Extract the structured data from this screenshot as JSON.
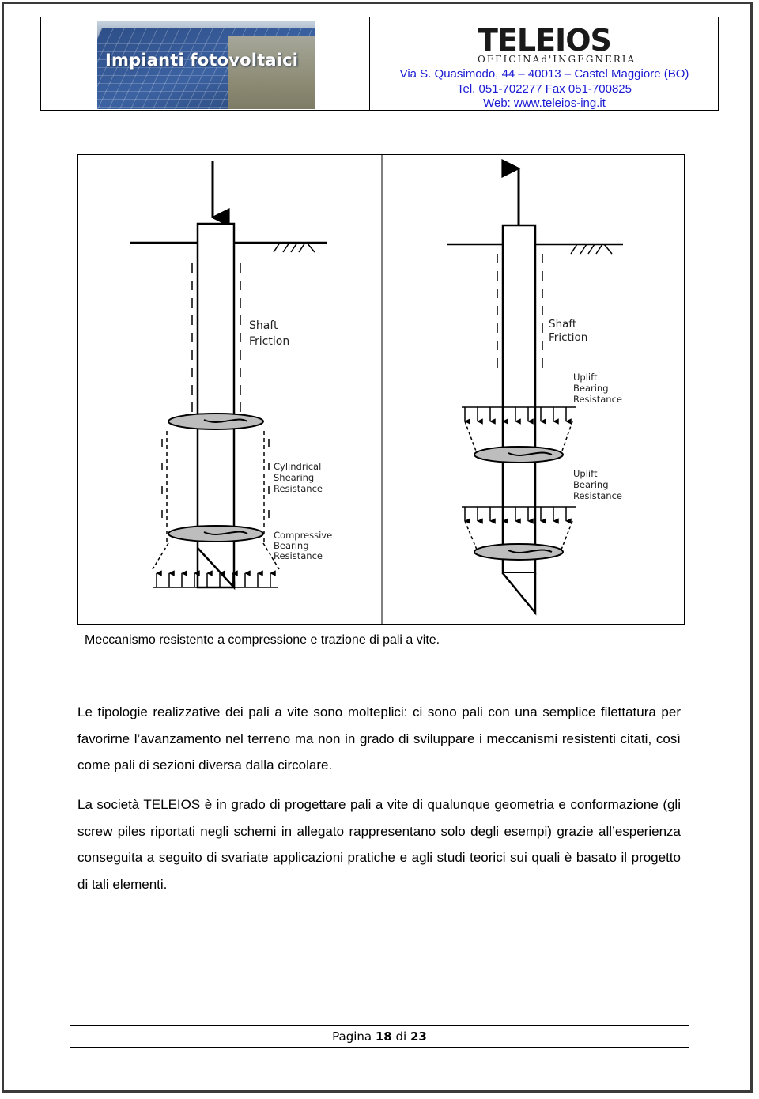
{
  "header": {
    "banner_text": "Impianti fotovoltaici",
    "logo_name": "TELEIOS",
    "logo_subtitle": "OFFICINAd'INGEGNERIA",
    "address": "Via S. Quasimodo, 44 – 40013 – Castel Maggiore (BO)",
    "phone": "Tel. 051-702277 Fax 051-700825",
    "web": "Web: www.teleios-ing.it",
    "contact_color": "#1a1ad2"
  },
  "figure": {
    "left_panel": {
      "shaft_friction": [
        "Shaft",
        "Friction"
      ],
      "cylindrical": [
        "Cylindrical",
        "Shearing",
        "Resistance"
      ],
      "compressive": [
        "Compressive",
        "Bearing",
        "Resistance"
      ]
    },
    "right_panel": {
      "shaft_friction": [
        "Shaft",
        "Friction"
      ],
      "uplift_1": [
        "Uplift",
        "Bearing",
        "Resistance"
      ],
      "uplift_2": [
        "Uplift",
        "Bearing",
        "Resistance"
      ]
    },
    "caption": "Meccanismo resistente a compressione e trazione di pali a vite."
  },
  "body": {
    "paragraph_1": "Le tipologie realizzative dei pali a vite sono molteplici: ci sono pali con una semplice filettatura per favorirne l’avanzamento nel terreno ma non in grado di sviluppare i meccanismi resistenti citati, così come pali di sezioni diversa dalla circolare.",
    "paragraph_2": "La società TELEIOS è in grado di progettare pali a vite di qualunque geometria e conformazione (gli screw piles riportati negli schemi in allegato rappresentano solo degli esempi) grazie all’esperienza conseguita a seguito di svariate applicazioni pratiche e agli studi teorici sui quali è basato il progetto di tali elementi."
  },
  "footer": {
    "page_word": "Pagina",
    "page_current": "18",
    "page_of": "di",
    "page_total": "23"
  }
}
